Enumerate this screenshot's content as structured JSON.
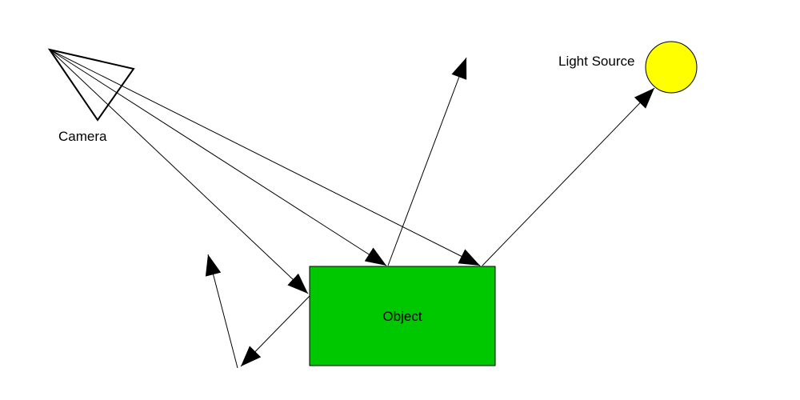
{
  "labels": {
    "camera": "Camera",
    "object": "Object",
    "light_source": "Light Source"
  },
  "colors": {
    "object_fill": "#00c800",
    "light_fill": "#ffff00",
    "stroke": "#000000",
    "background": "#ffffff"
  }
}
